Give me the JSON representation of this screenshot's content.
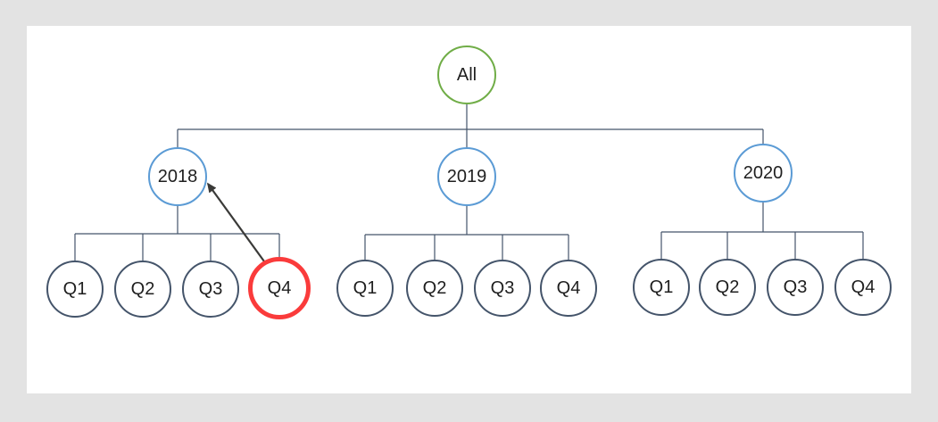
{
  "diagram": {
    "root": {
      "label": "All"
    },
    "years": [
      {
        "label": "2018",
        "quarters": [
          {
            "label": "Q1"
          },
          {
            "label": "Q2"
          },
          {
            "label": "Q3"
          },
          {
            "label": "Q4",
            "highlighted": true
          }
        ]
      },
      {
        "label": "2019",
        "quarters": [
          {
            "label": "Q1"
          },
          {
            "label": "Q2"
          },
          {
            "label": "Q3"
          },
          {
            "label": "Q4"
          }
        ]
      },
      {
        "label": "2020",
        "quarters": [
          {
            "label": "Q1"
          },
          {
            "label": "Q2"
          },
          {
            "label": "Q3"
          },
          {
            "label": "Q4"
          }
        ]
      }
    ],
    "annotation": {
      "type": "arrow",
      "from": "2018-Q4",
      "to": "2018"
    }
  },
  "colors": {
    "page-bg": "#E3E3E3",
    "canvas-bg": "#FFFFFF",
    "text": "#1F1F1F",
    "connector": "#44546A",
    "root-border": "#70AD47",
    "year-border": "#5B9BD5",
    "quarter-border": "#44546A",
    "highlight-border": "#FA3B3B",
    "arrow": "#3A3A38"
  }
}
